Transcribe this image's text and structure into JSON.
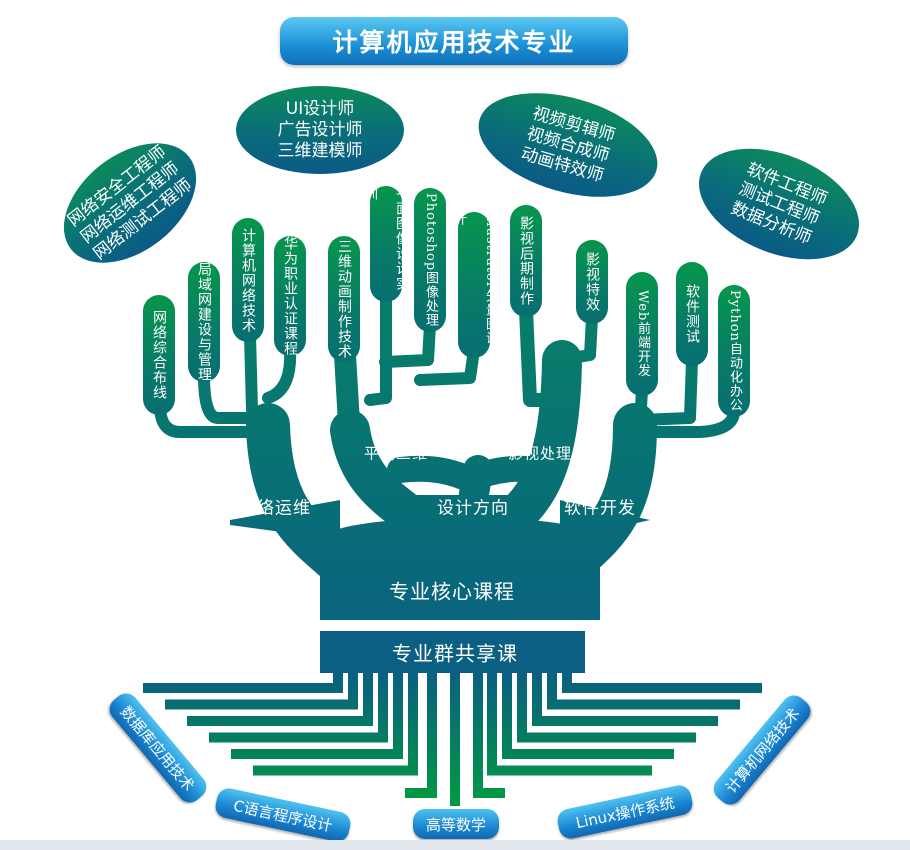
{
  "title": "计算机应用技术专业",
  "careers": {
    "network": [
      "网络安全工程师",
      "网络运维工程师",
      "网络测试工程师"
    ],
    "design": [
      "UI设计师",
      "广告设计师",
      "三维建模师"
    ],
    "video": [
      "视频剪辑师",
      "视频合成师",
      "动画特效师"
    ],
    "software": [
      "软件工程师",
      "测试工程师",
      "数据分析师"
    ]
  },
  "courses": {
    "network": [
      "网络综合布线",
      "局域网建设与管理",
      "计算机网络技术",
      "华为职业认证课程"
    ],
    "graphic": [
      "三维动画制作技术",
      "平面图像设计实训",
      "Photoshop图像处理",
      "illustrator矢量图设计"
    ],
    "video": [
      "影视后期制作",
      "影视特效"
    ],
    "software": [
      "Web前端开发",
      "软件测试",
      "Python自动化办公"
    ]
  },
  "branches": {
    "network": "网络运维",
    "graphic": "平面三维",
    "video": "影视处理",
    "design": "设计方向",
    "software": "软件开发"
  },
  "core": "专业核心课程",
  "shared": "专业群共享课",
  "foundation": [
    "数据库应用技术",
    "C语言程序设计",
    "高等数学",
    "Linux操作系统",
    "计算机网络技术"
  ],
  "colors": {
    "teal": "#0a6a80",
    "green": "#009a48",
    "blue": "#1a8fd6"
  }
}
